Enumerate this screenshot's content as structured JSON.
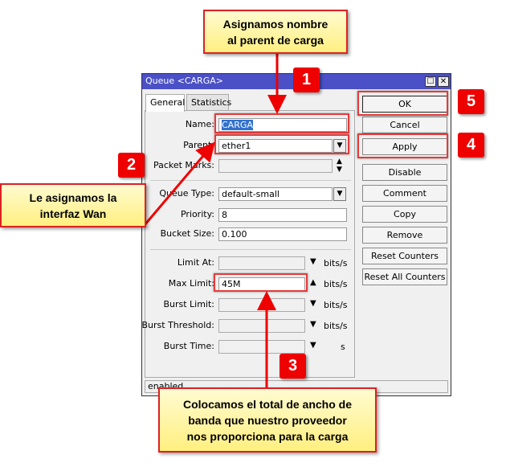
{
  "window": {
    "title": "Queue <CARGA>",
    "maximize_icon": "maximize-icon",
    "close_icon": "close-icon",
    "status": "enabled"
  },
  "tabs": [
    {
      "label": "General",
      "active": true
    },
    {
      "label": "Statistics",
      "active": false
    }
  ],
  "form": {
    "name": {
      "label": "Name:",
      "value": "CARGA"
    },
    "parent": {
      "label": "Parent:",
      "value": "ether1"
    },
    "packet_marks": {
      "label": "Packet Marks:",
      "value": ""
    },
    "queue_type": {
      "label": "Queue Type:",
      "value": "default-small"
    },
    "priority": {
      "label": "Priority:",
      "value": "8"
    },
    "bucket_size": {
      "label": "Bucket Size:",
      "value": "0.100"
    },
    "limit_at": {
      "label": "Limit At:",
      "value": "",
      "unit": "bits/s"
    },
    "max_limit": {
      "label": "Max Limit:",
      "value": "45M",
      "unit": "bits/s"
    },
    "burst_limit": {
      "label": "Burst Limit:",
      "value": "",
      "unit": "bits/s"
    },
    "burst_threshold": {
      "label": "Burst Threshold:",
      "value": "",
      "unit": "bits/s"
    },
    "burst_time": {
      "label": "Burst Time:",
      "value": "",
      "unit": "s"
    }
  },
  "buttons": [
    "OK",
    "Cancel",
    "Apply",
    "Disable",
    "Comment",
    "Copy",
    "Remove",
    "Reset Counters",
    "Reset All Counters"
  ],
  "annotations": {
    "note1": [
      "Asignamos nombre",
      "al parent de carga"
    ],
    "note2": [
      "Le asignamos la",
      "interfaz Wan"
    ],
    "note3": [
      "Colocamos el total de ancho de",
      "banda que nuestro proveedor",
      "nos proporciona para la carga"
    ],
    "badges": [
      "1",
      "2",
      "3",
      "4",
      "5"
    ]
  },
  "colors": {
    "title_bar": "#4b50c6",
    "highlight": "#e53a3a",
    "badge": "#ee0000",
    "note_bg": "#fff3a0"
  }
}
